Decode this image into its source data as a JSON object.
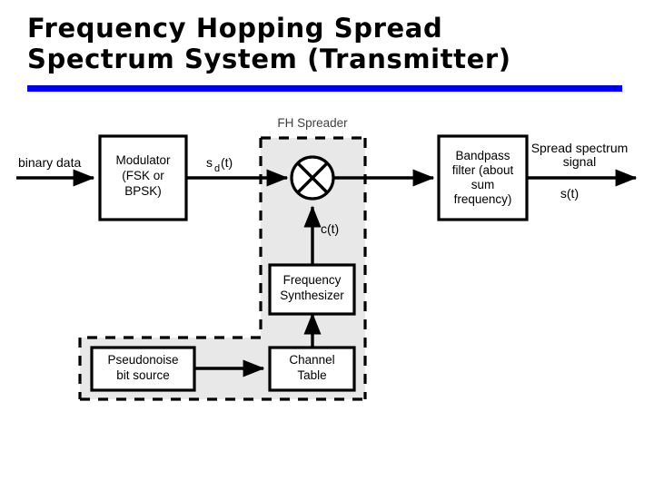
{
  "title": {
    "line1": "Frequency Hopping Spread",
    "line2": "Spectrum System (Transmitter)",
    "rule_color": "#0000EE"
  },
  "diagram": {
    "type": "block-diagram",
    "group_label": "FH Spreader",
    "shaded_fill": "#E8E8E8",
    "blocks": [
      {
        "id": "modulator",
        "lines": [
          "Modulator",
          "(FSK or",
          "BPSK)"
        ]
      },
      {
        "id": "bandpass-filter",
        "lines": [
          "Bandpass",
          "filter (about",
          "sum",
          "frequency)"
        ]
      },
      {
        "id": "frequency-synthesizer",
        "lines": [
          "Frequency",
          "Synthesizer"
        ]
      },
      {
        "id": "channel-table",
        "lines": [
          "Channel",
          "Table"
        ]
      },
      {
        "id": "pseudonoise-bit-source",
        "lines": [
          "Pseudonoise",
          "bit source"
        ]
      }
    ],
    "mixer": {
      "id": "mixer",
      "symbol": "circle-with-x"
    },
    "signals": {
      "input": "binary data",
      "modulated_base": "s",
      "modulated_sub": "d",
      "modulated_tail": "(t)",
      "carrier": "c(t)",
      "output_line1": "Spread spectrum",
      "output_line2": "signal",
      "output_symbol": "s(t)"
    }
  }
}
